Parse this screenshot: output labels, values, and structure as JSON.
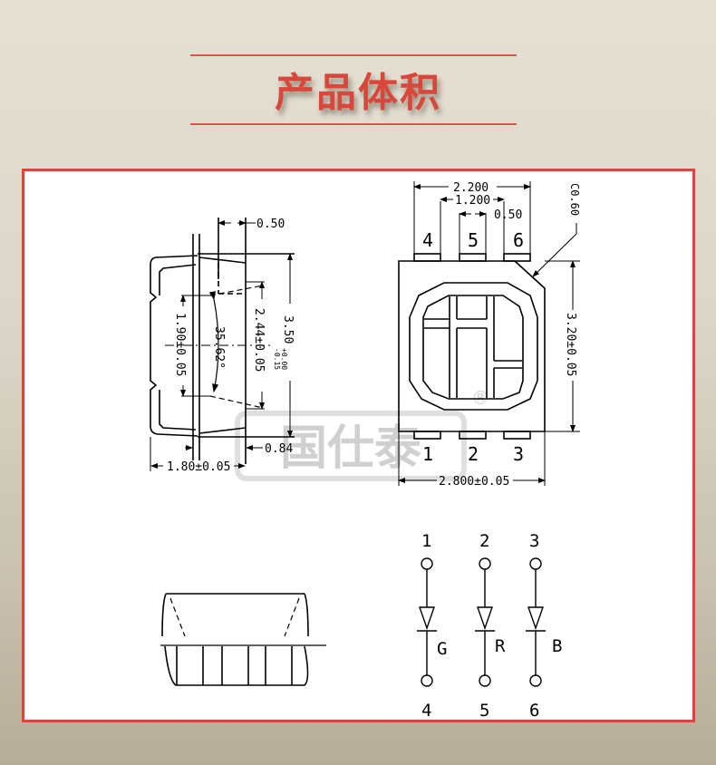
{
  "header": {
    "title": "产品体积",
    "accent_color": "#d9473a"
  },
  "panel": {
    "border_color": "#d24a3c"
  },
  "side_view": {
    "dim_top": "0.50",
    "dim_height_total": "3.50",
    "dim_height_tol_plus": "+0.00",
    "dim_height_tol_minus": "-0.15",
    "dim_lens": "2.44±0.05",
    "dim_inner": "1.90±0.05",
    "angle": "35.62°",
    "dim_bottom_small": "0.84",
    "dim_width": "1.80±0.05"
  },
  "top_view": {
    "dim_pitch_outer": "2.200",
    "dim_pitch_inner": "1.200",
    "dim_pad": "0.50",
    "chamfer": "C0.60",
    "dim_height": "3.20±0.05",
    "dim_width": "2.800±0.05",
    "pins_top": [
      "4",
      "5",
      "6"
    ],
    "pins_bottom": [
      "1",
      "2",
      "3"
    ]
  },
  "schematic": {
    "anode_pins": [
      "1",
      "2",
      "3"
    ],
    "cathode_pins": [
      "4",
      "5",
      "6"
    ],
    "colors": [
      "G",
      "R",
      "B"
    ]
  },
  "watermark": {
    "text": "国仕泰",
    "mark": "®"
  }
}
